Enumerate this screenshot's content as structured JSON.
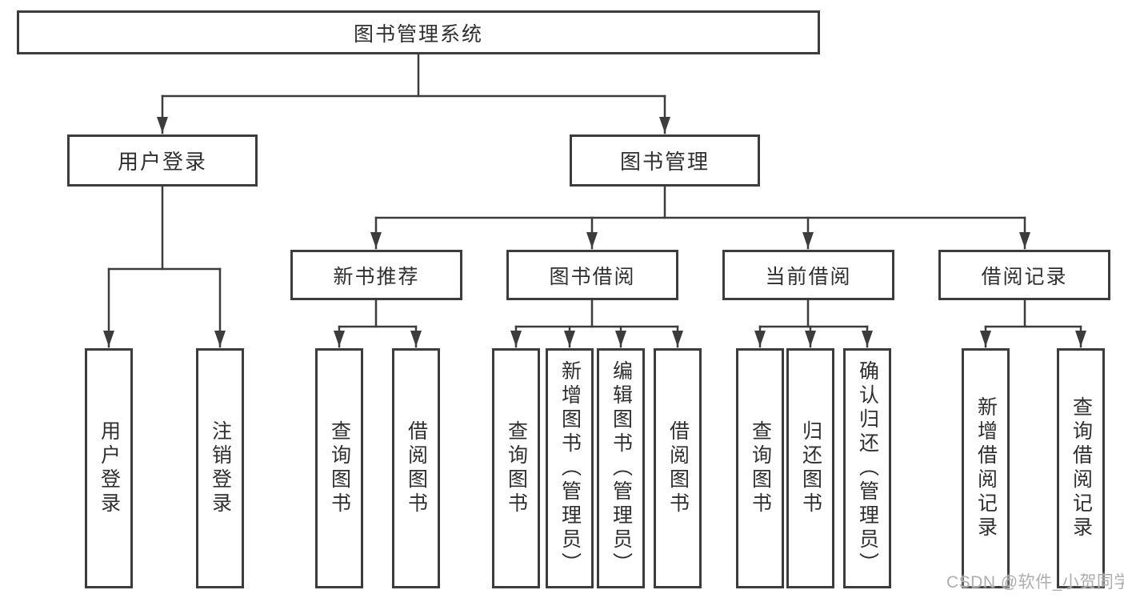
{
  "diagram": {
    "root": {
      "label": "图书管理系统"
    },
    "level2": {
      "user_login": {
        "label": "用户登录"
      },
      "book_mgmt": {
        "label": "图书管理"
      }
    },
    "level3": {
      "new_books": {
        "label": "新书推荐"
      },
      "book_borrow": {
        "label": "图书借阅"
      },
      "current_borrow": {
        "label": "当前借阅"
      },
      "borrow_records": {
        "label": "借阅记录"
      }
    },
    "leaves": {
      "ul_login": {
        "label": "用户登录"
      },
      "ul_logout": {
        "label": "注销登录"
      },
      "nb_query": {
        "label": "查询图书"
      },
      "nb_borrow": {
        "label": "借阅图书"
      },
      "bb_query": {
        "label": "查询图书"
      },
      "bb_add": {
        "label": "新增图书（管理员）"
      },
      "bb_edit": {
        "label": "编辑图书（管理员）"
      },
      "bb_borrow": {
        "label": "借阅图书"
      },
      "cb_query": {
        "label": "查询图书"
      },
      "cb_return": {
        "label": "归还图书"
      },
      "cb_confirm": {
        "label": "确认归还（管理员）"
      },
      "br_add": {
        "label": "新增借阅记录"
      },
      "br_query": {
        "label": "查询借阅记录"
      }
    }
  },
  "watermark": {
    "text": "CSDN @软件_小贺同学"
  },
  "colors": {
    "line": "#3c3c3c",
    "text": "#2f2f2f",
    "watermark": "#aeaeae",
    "background": "#ffffff"
  }
}
